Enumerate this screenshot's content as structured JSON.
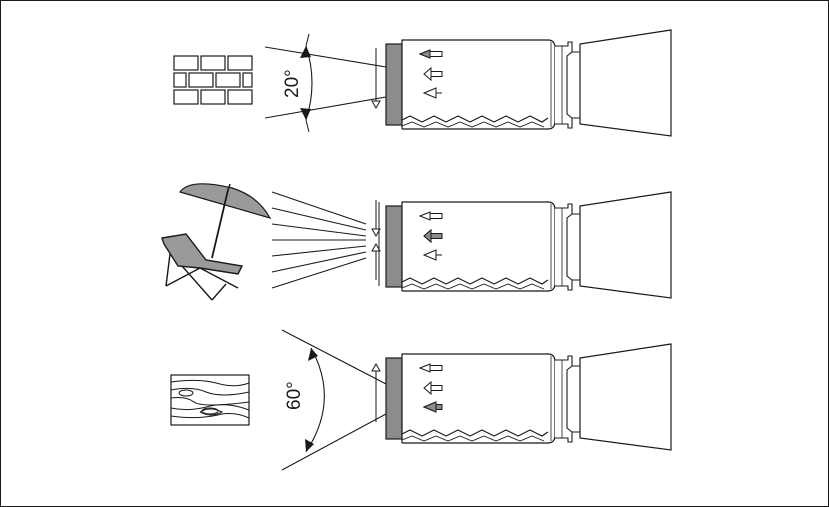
{
  "figure": {
    "rows": [
      {
        "id": "wall",
        "scene": "brick-wall",
        "angle_label": "20°",
        "active_setting": 1
      },
      {
        "id": "sun",
        "scene": "sunbed-and-parasol",
        "angle_label": "",
        "active_setting": 2
      },
      {
        "id": "wood",
        "scene": "wood-grain",
        "angle_label": "60°",
        "active_setting": 3
      }
    ],
    "colors": {
      "line": "#1a1a1a",
      "lens_gray": "#8c8c8c",
      "icon_fill_gray": "#9a9a9a",
      "background": "#ffffff"
    }
  }
}
